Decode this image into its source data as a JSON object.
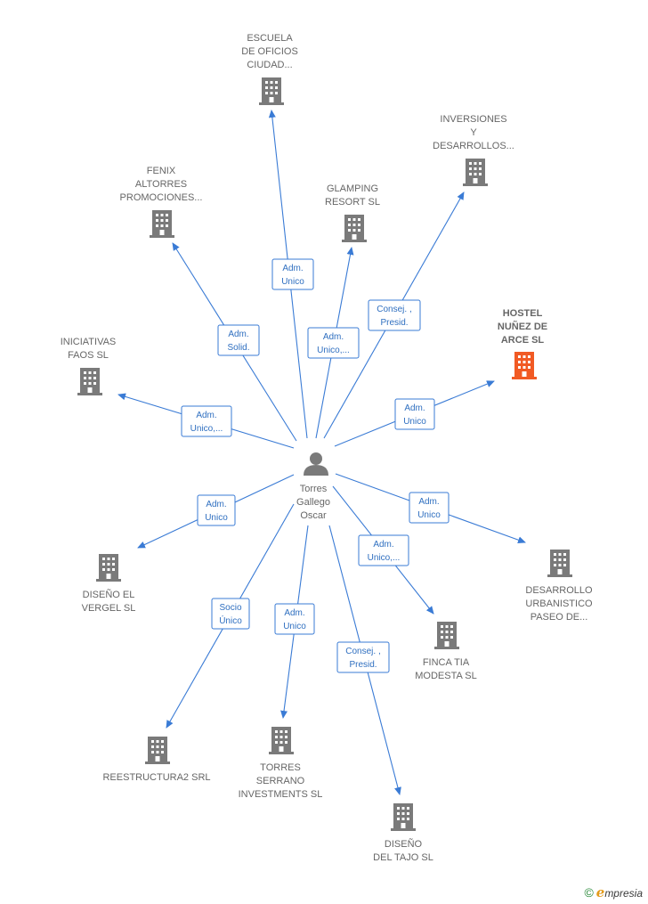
{
  "center": {
    "name_lines": [
      "Torres",
      "Gallego",
      "Oscar"
    ],
    "icon": "person-icon"
  },
  "colors": {
    "edge": "#3a7bd5",
    "building": "#7a7a7a",
    "highlight": "#f15a24",
    "label": "#666666"
  },
  "companies": [
    {
      "id": "escuela",
      "lines": [
        "ESCUELA",
        "DE OFICIOS",
        "CIUDAD..."
      ],
      "icon": "building-icon",
      "highlight": false,
      "relation": [
        "Adm.",
        "Unico"
      ]
    },
    {
      "id": "inversiones",
      "lines": [
        "INVERSIONES",
        "Y",
        "DESARROLLOS..."
      ],
      "icon": "building-icon",
      "highlight": false,
      "relation": [
        "Consej. ,",
        "Presid."
      ]
    },
    {
      "id": "fenix",
      "lines": [
        "FENIX",
        "ALTORRES",
        "PROMOCIONES..."
      ],
      "icon": "building-icon",
      "highlight": false,
      "relation": [
        "Adm.",
        "Solid."
      ]
    },
    {
      "id": "glamping",
      "lines": [
        "GLAMPING",
        "RESORT  SL"
      ],
      "icon": "building-icon",
      "highlight": false,
      "relation": [
        "Adm.",
        "Unico,..."
      ]
    },
    {
      "id": "hostel",
      "lines": [
        "HOSTEL",
        "NUÑEZ DE",
        "ARCE  SL"
      ],
      "icon": "building-icon",
      "highlight": true,
      "relation": [
        "Adm.",
        "Unico"
      ]
    },
    {
      "id": "iniciativas",
      "lines": [
        "INICIATIVAS",
        "FAOS  SL"
      ],
      "icon": "building-icon",
      "highlight": false,
      "relation": [
        "Adm.",
        "Unico,..."
      ]
    },
    {
      "id": "vergel",
      "lines": [
        "DISEÑO EL",
        "VERGEL  SL"
      ],
      "icon": "building-icon",
      "highlight": false,
      "relation": [
        "Adm.",
        "Unico"
      ]
    },
    {
      "id": "desarrollo",
      "lines": [
        "DESARROLLO",
        "URBANISTICO",
        "PASEO DE..."
      ],
      "icon": "building-icon",
      "highlight": false,
      "relation": [
        "Adm.",
        "Unico"
      ]
    },
    {
      "id": "finca",
      "lines": [
        "FINCA TIA",
        "MODESTA  SL"
      ],
      "icon": "building-icon",
      "highlight": false,
      "relation": [
        "Adm.",
        "Unico,..."
      ]
    },
    {
      "id": "reestructura",
      "lines": [
        "REESTRUCTURA2 SRL"
      ],
      "icon": "building-icon",
      "highlight": false,
      "relation": [
        "Socio",
        "Único"
      ]
    },
    {
      "id": "torres",
      "lines": [
        "TORRES",
        "SERRANO",
        "INVESTMENTS SL"
      ],
      "icon": "building-icon",
      "highlight": false,
      "relation": [
        "Adm.",
        "Unico"
      ]
    },
    {
      "id": "tajo",
      "lines": [
        "DISEÑO",
        "DEL TAJO  SL"
      ],
      "icon": "building-icon",
      "highlight": false,
      "relation": [
        "Consej. ,",
        "Presid."
      ]
    }
  ],
  "brand": {
    "copyright": "©",
    "name_initial": "e",
    "name_rest": "mpresia"
  }
}
